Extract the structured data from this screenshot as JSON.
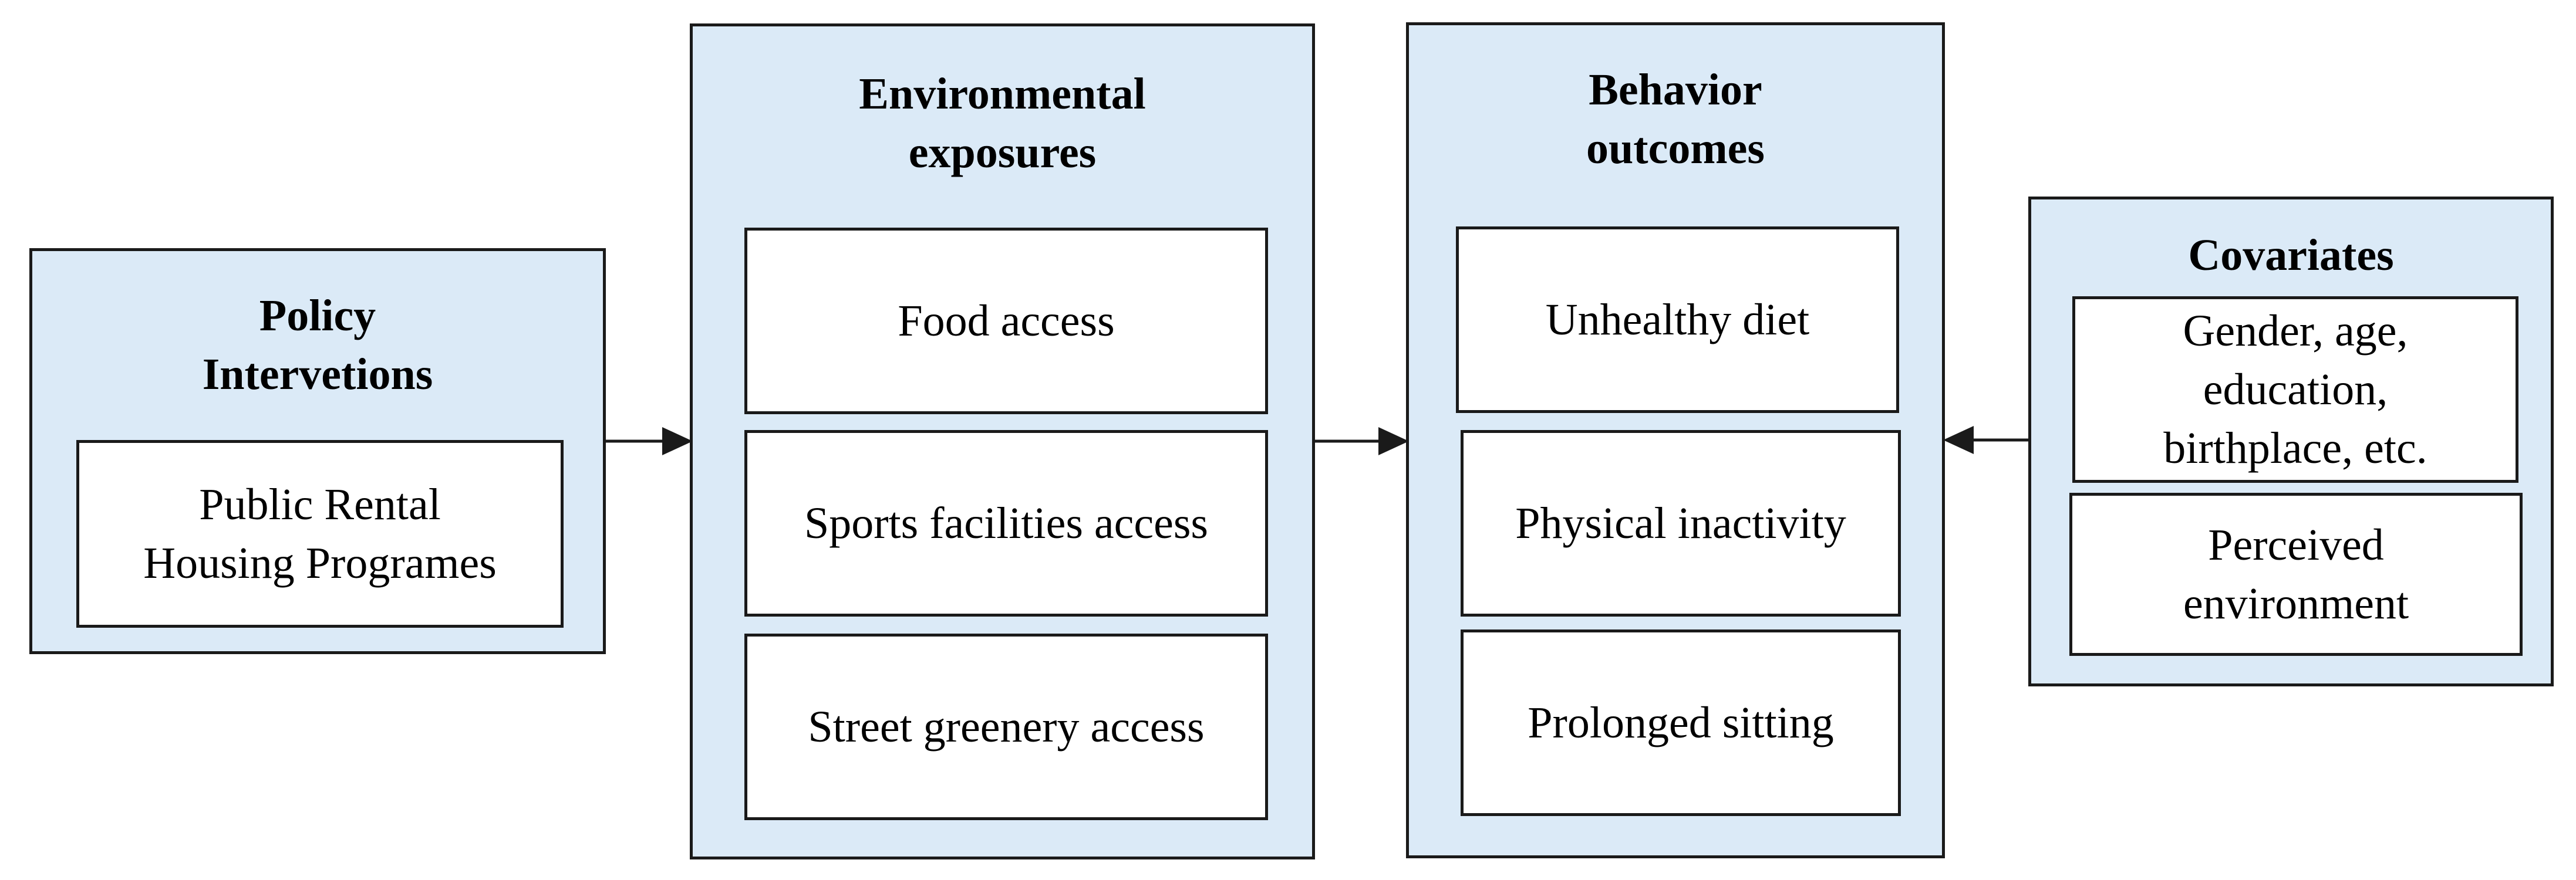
{
  "policy": {
    "title": "Policy\nIntervetions",
    "items": [
      "Public Rental\nHousing Programes"
    ]
  },
  "environment": {
    "title": "Environmental\nexposures",
    "items": [
      "Food access",
      "Sports facilities access",
      "Street greenery access"
    ]
  },
  "behavior": {
    "title": "Behavior\noutcomes",
    "items": [
      "Unhealthy diet",
      "Physical inactivity",
      "Prolonged sitting"
    ]
  },
  "covariates": {
    "title": "Covariates",
    "items": [
      "Gender, age,\neducation,\nbirthplace, etc.",
      "Perceived\nenvironment"
    ]
  },
  "colors": {
    "panel_fill": "#dbeaf7",
    "box_fill": "#ffffff",
    "stroke": "#1a1a1a"
  }
}
